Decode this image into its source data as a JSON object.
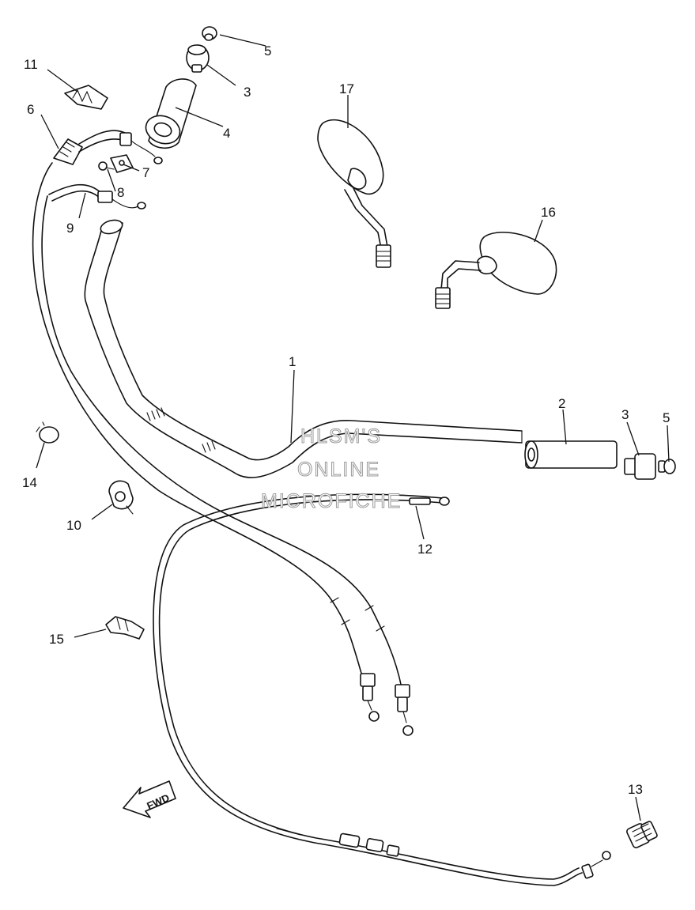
{
  "callouts": {
    "c1": "1",
    "c2": "2",
    "c3a": "3",
    "c3b": "3",
    "c4": "4",
    "c5a": "5",
    "c5b": "5",
    "c6": "6",
    "c7": "7",
    "c8": "8",
    "c9": "9",
    "c10": "10",
    "c11": "11",
    "c12": "12",
    "c13": "13",
    "c14": "14",
    "c15": "15",
    "c16": "16",
    "c17": "17"
  },
  "direction_arrow": {
    "label": "FWD"
  },
  "watermark": {
    "line1": "HLSM'S",
    "line2": "ONLINE",
    "line3": "MICROFICHE"
  }
}
